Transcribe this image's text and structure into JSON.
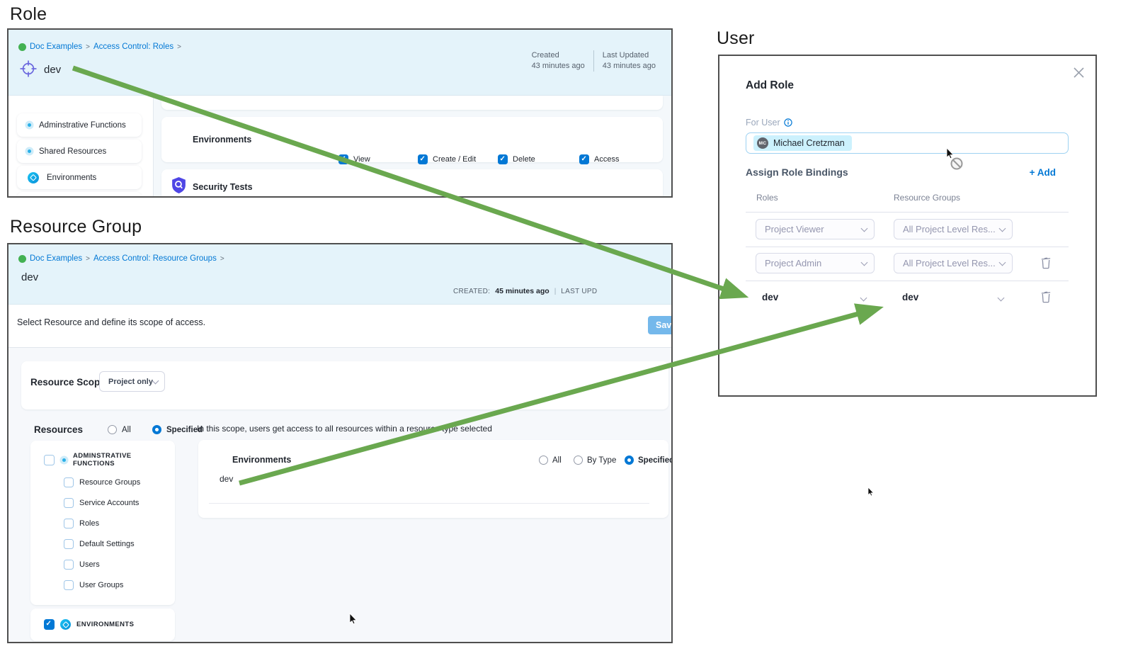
{
  "ui": {
    "breadcrumb_sep": ">"
  },
  "colors": {
    "accent_blue": "#0278d5",
    "arrow_green": "#6aa84f",
    "header_band": "#e4f3fa",
    "panel_border": "#4f4f4f",
    "icon_blue": "#0bb5ef",
    "chip_bg": "#ccf1fd"
  },
  "role": {
    "heading": "Role",
    "breadcrumb": [
      "Doc Examples",
      "Access Control: Roles"
    ],
    "title": "dev",
    "meta": [
      {
        "label": "Created",
        "value": "43 minutes ago"
      },
      {
        "label": "Last Updated",
        "value": "43 minutes ago"
      }
    ],
    "sidebar": [
      "Adminstrative Functions",
      "Shared Resources",
      "Environments"
    ],
    "resource_rows": [
      {
        "name": "Environments",
        "permissions": [
          "View",
          "Create / Edit",
          "Delete",
          "Access"
        ]
      },
      {
        "name": "Security Tests"
      }
    ]
  },
  "resource_group": {
    "heading": "Resource Group",
    "breadcrumb": [
      "Doc Examples",
      "Access Control: Resource Groups"
    ],
    "title": "dev",
    "created_label": "CREATED:",
    "created_value": "45 minutes ago",
    "meta_divider": "|",
    "last_updated_label": "LAST UPD",
    "instruction": "Select Resource and define its scope of access.",
    "save_label": "Save",
    "resource_scope_label": "Resource Scope",
    "resource_scope_value": "Project only",
    "resources_label": "Resources",
    "scope_options": [
      "All",
      "Specified"
    ],
    "tree_parent": "ADMINSTRATIVE FUNCTIONS",
    "tree_children": [
      "Resource Groups",
      "Service Accounts",
      "Roles",
      "Default Settings",
      "Users",
      "User Groups"
    ],
    "environments_group": "ENVIRONMENTS",
    "hint": "In this scope, users get access to all resources within a resource type selected",
    "environments_row": {
      "name": "Environments",
      "options": [
        "All",
        "By Type",
        "Specified"
      ],
      "item": "dev"
    }
  },
  "user": {
    "heading": "User",
    "dialog_title": "Add Role",
    "for_user_label": "For User",
    "chip": {
      "initials": "MC",
      "name": "Michael Cretzman"
    },
    "assign_label": "Assign Role Bindings",
    "add_label": "+ Add",
    "columns": [
      "Roles",
      "Resource Groups"
    ],
    "bindings": [
      {
        "role": "Project Viewer",
        "resource_group": "All Project Level Res..."
      },
      {
        "role": "Project Admin",
        "resource_group": "All Project Level Res..."
      },
      {
        "role": "dev",
        "resource_group": "dev"
      }
    ]
  }
}
